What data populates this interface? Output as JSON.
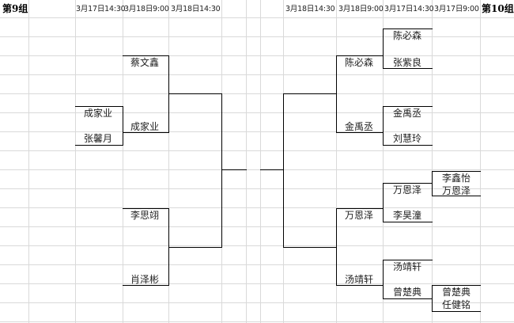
{
  "headers": {
    "group_left": "第9组",
    "group_right": "第10组",
    "left": [
      "3月17日14:30",
      "3月18日9:00",
      "3月18日14:30"
    ],
    "right": [
      "3月18日14:30",
      "3月18日9:00",
      "3月17日14:30",
      "3月17日9:00"
    ]
  },
  "left_bracket": {
    "r1": [
      "成家业",
      "张馨月"
    ],
    "r2": [
      "蔡文鑫",
      "成家业",
      "李思翊",
      "肖泽彬"
    ]
  },
  "right_bracket": {
    "r2": [
      "陈必森",
      "金禹丞",
      "万恩泽",
      "汤靖轩"
    ],
    "r1": [
      "陈必森",
      "张紫良",
      "金禹丞",
      "刘慧玲",
      "万恩泽",
      "李昊潼",
      "汤靖轩",
      "曾楚典"
    ],
    "r0": [
      "李鑫怡",
      "万恩泽",
      "曾楚典",
      "任健铭"
    ]
  }
}
